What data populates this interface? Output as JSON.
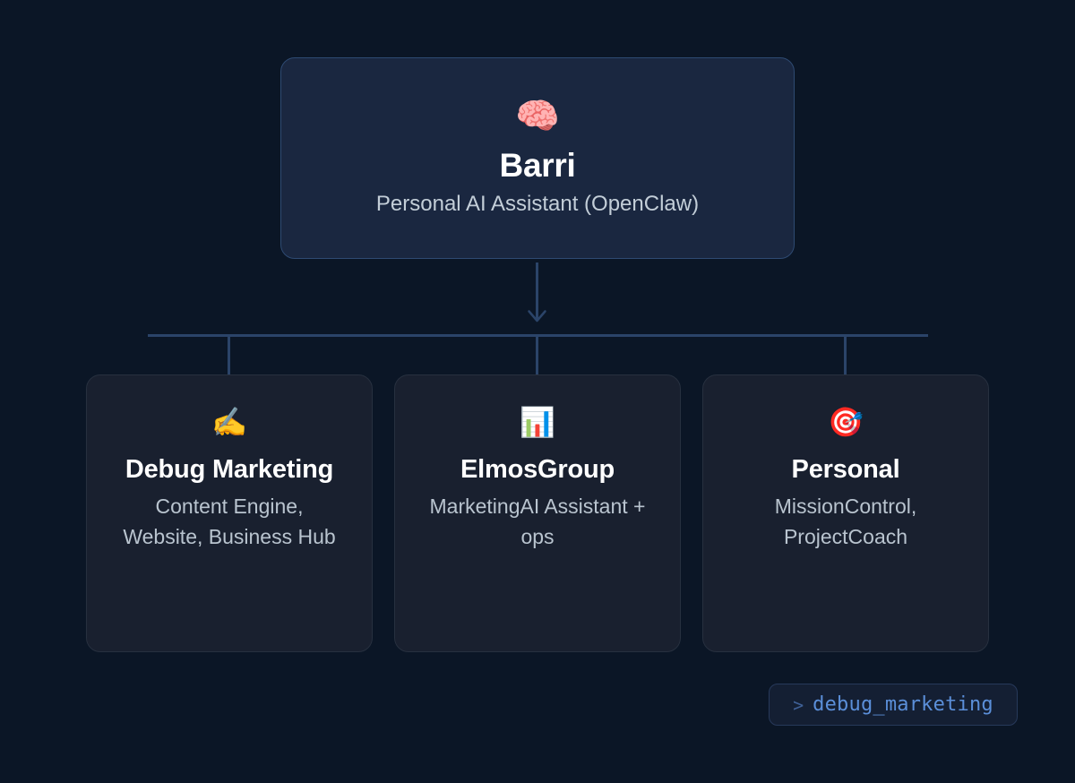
{
  "root": {
    "icon": "brain-emoji",
    "icon_glyph": "🧠",
    "title": "Barri",
    "subtitle": "Personal AI Assistant (OpenClaw)"
  },
  "children": [
    {
      "icon": "writing-hand-emoji",
      "icon_glyph": "✍️",
      "title": "Debug Marketing",
      "description": "Content Engine, Website, Business Hub"
    },
    {
      "icon": "bar-chart-emoji",
      "icon_glyph": "📊",
      "title": "ElmosGroup",
      "description": "MarketingAI Assistant + ops"
    },
    {
      "icon": "direct-hit-emoji",
      "icon_glyph": "🎯",
      "title": "Personal",
      "description": "MissionControl, ProjectCoach"
    }
  ],
  "badge": {
    "prompt": ">",
    "label": "debug_marketing"
  },
  "colors": {
    "background": "#0b1626",
    "root_card_bg": "#1a2740",
    "root_card_border": "#2e4a72",
    "child_card_bg": "#19202f",
    "child_card_border": "#27303f",
    "connector": "#2b4469",
    "title_text": "#ffffff",
    "subtitle_text": "#c3ced8",
    "badge_text": "#5b8fd9",
    "badge_border": "#27395a"
  }
}
